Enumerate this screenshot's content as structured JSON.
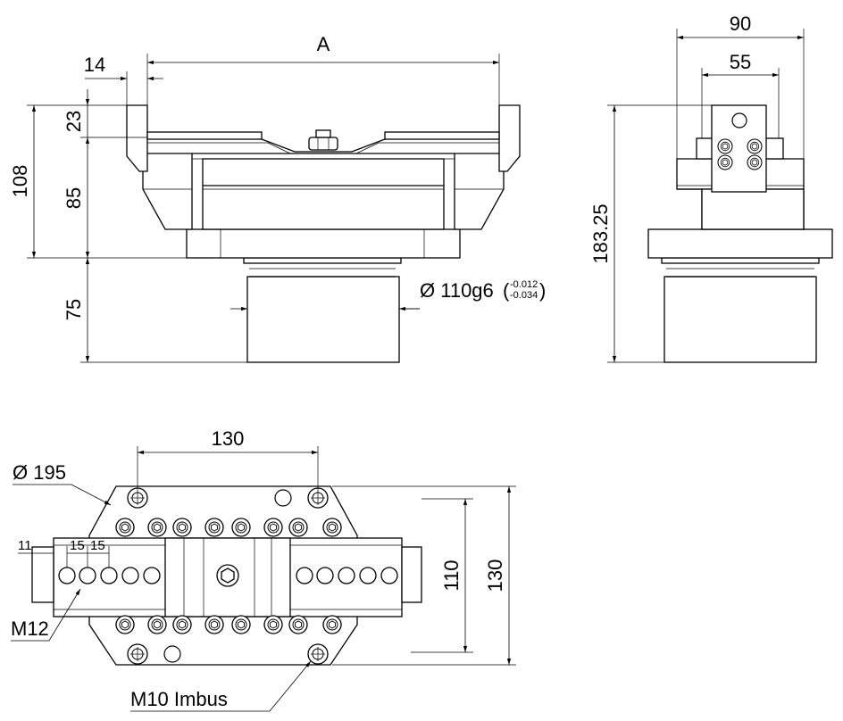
{
  "drawing": {
    "front_view": {
      "dim_width": "A",
      "dim_jaw": "14",
      "dim_total_height": "108",
      "dim_jaw_height": "23",
      "dim_body_height": "85",
      "dim_spigot_height": "75",
      "dim_spigot_diameter": "Ø 110g6",
      "tol_upper": "-0.012",
      "tol_lower": "-0.034"
    },
    "side_view": {
      "dim_width": "90",
      "dim_jaw_width": "55",
      "dim_height": "183.25"
    },
    "top_view": {
      "dim_hole_spacing": "130",
      "dim_diameter": "Ø 195",
      "dim_rail_small": "11",
      "dim_pitch_a": "15",
      "dim_pitch_b": "15",
      "dim_inner_height": "110",
      "dim_outer_height": "130",
      "label_thread": "M12",
      "label_screw": "M10 Imbus"
    }
  }
}
